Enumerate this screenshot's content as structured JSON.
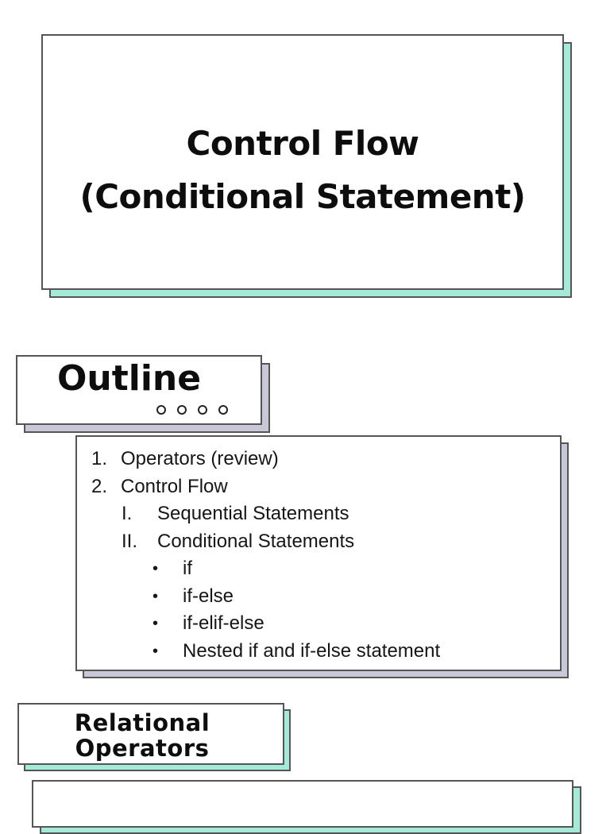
{
  "colors": {
    "teal_shadow": "#a5ead9",
    "gray_shadow": "#c8c8d8",
    "border": "#555555",
    "page_bg": "#ffffff",
    "ink": "#111111"
  },
  "title_slide": {
    "line1": "Control Flow",
    "line2": "(Conditional Statement)"
  },
  "outline_slide": {
    "heading": "Outline",
    "decorative_circle_count": 4
  },
  "outline_content": {
    "items": [
      {
        "level": 1,
        "marker": "1.",
        "text": "Operators (review)"
      },
      {
        "level": 1,
        "marker": "2.",
        "text": "Control Flow"
      },
      {
        "level": 2,
        "marker": "I.",
        "text": "Sequential Statements"
      },
      {
        "level": 2,
        "marker": "II.",
        "text": "Conditional Statements"
      },
      {
        "level": 3,
        "marker": "•",
        "text": "if"
      },
      {
        "level": 3,
        "marker": "•",
        "text": "if-else"
      },
      {
        "level": 3,
        "marker": "•",
        "text": "if-elif-else"
      },
      {
        "level": 3,
        "marker": "•",
        "text": "Nested if and if-else statement"
      }
    ]
  },
  "relational_slide": {
    "line1": "Relational",
    "line2": "Operators"
  }
}
